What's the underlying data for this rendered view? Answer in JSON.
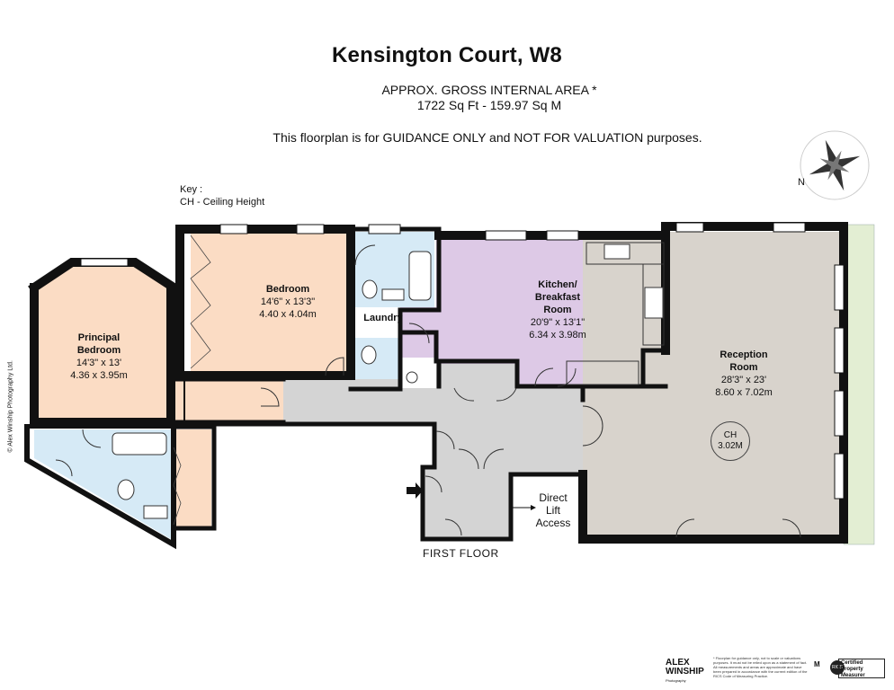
{
  "header": {
    "title": "Kensington Court, W8",
    "area_line1": "APPROX. GROSS INTERNAL  AREA *",
    "area_line2": "1722 Sq Ft  -  159.97 Sq M",
    "disclaimer": "This floorplan is for GUIDANCE ONLY and NOT FOR VALUATION purposes."
  },
  "key": {
    "title": "Key :",
    "entry": "CH - Ceiling Height"
  },
  "copyright": "© Alex Winship Photography Ltd.",
  "rooms": {
    "principal": {
      "name1": "Principal",
      "name2": "Bedroom",
      "imperial": "14'3\" x 13'",
      "metric": "4.36 x 3.95m"
    },
    "bedroom": {
      "name": "Bedroom",
      "imperial": "14'6\" x 13'3\"",
      "metric": "4.40 x 4.04m"
    },
    "kitchen": {
      "name1": "Kitchen/",
      "name2": "Breakfast",
      "name3": "Room",
      "imperial": "20'9\" x 13'1\"",
      "metric": "6.34 x 3.98m"
    },
    "laundry": {
      "name": "Laundry"
    },
    "reception": {
      "name1": "Reception",
      "name2": "Room",
      "imperial": "28'3\" x 23'",
      "metric": "8.60 x 7.02m"
    }
  },
  "ceiling": {
    "label": "CH",
    "value": "3.02M"
  },
  "floor_label": "FIRST FLOOR",
  "lift": {
    "line1": "Direct",
    "line2": "Lift",
    "line3": "Access"
  },
  "compass": {
    "n": "N"
  },
  "footer": {
    "logo1": "ALEX",
    "logo2": "WINSHIP",
    "logo3": "Photography",
    "note": "* Floorplan for guidance only, not to scale or valuations purposes. It must not be relied upon as a statement of fact. All measurements and areas are approximate and have been prepared in accordance with the current edition of the RICS Code of Measuring Practice.",
    "cert": "Certified Property Measurer",
    "rics": "RICS"
  },
  "colors": {
    "bedroom": "#fbdcc4",
    "bath": "#d6eaf6",
    "kitchen": "#ddc9e6",
    "reception": "#d8d3cc",
    "hall": "#d4d4d4",
    "balcony": "#e3eed3",
    "wall": "#111111"
  }
}
